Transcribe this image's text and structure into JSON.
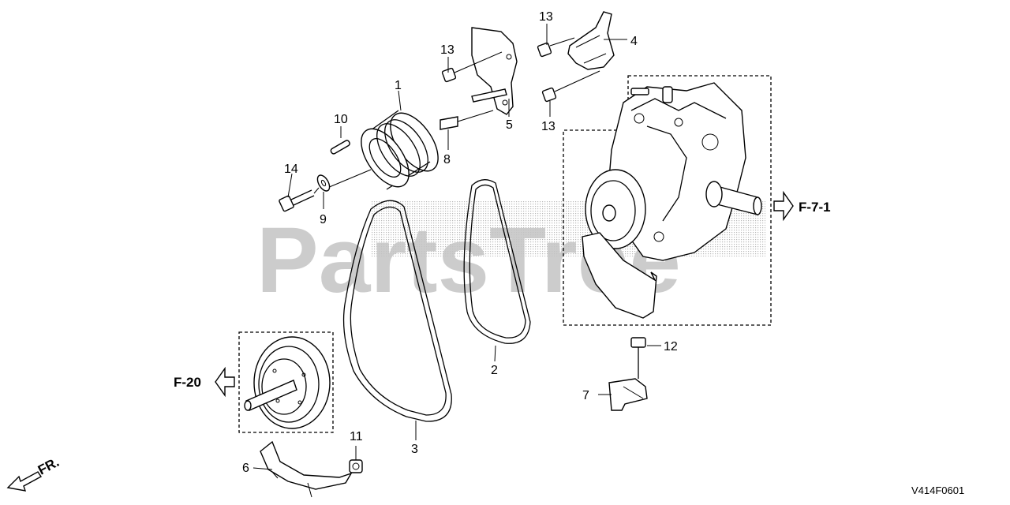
{
  "watermark": "PartsTree",
  "callouts": {
    "p1": "1",
    "p2": "2",
    "p3": "3",
    "p4": "4",
    "p5": "5",
    "p6": "6",
    "p7": "7",
    "p8": "8",
    "p9": "9",
    "p10": "10",
    "p11": "11",
    "p12": "12",
    "p13a": "13",
    "p13b": "13",
    "p13c": "13",
    "p14": "14"
  },
  "references": {
    "right": "F-7-1",
    "left": "F-20"
  },
  "direction": "FR.",
  "diagram_code": "V414F0601"
}
